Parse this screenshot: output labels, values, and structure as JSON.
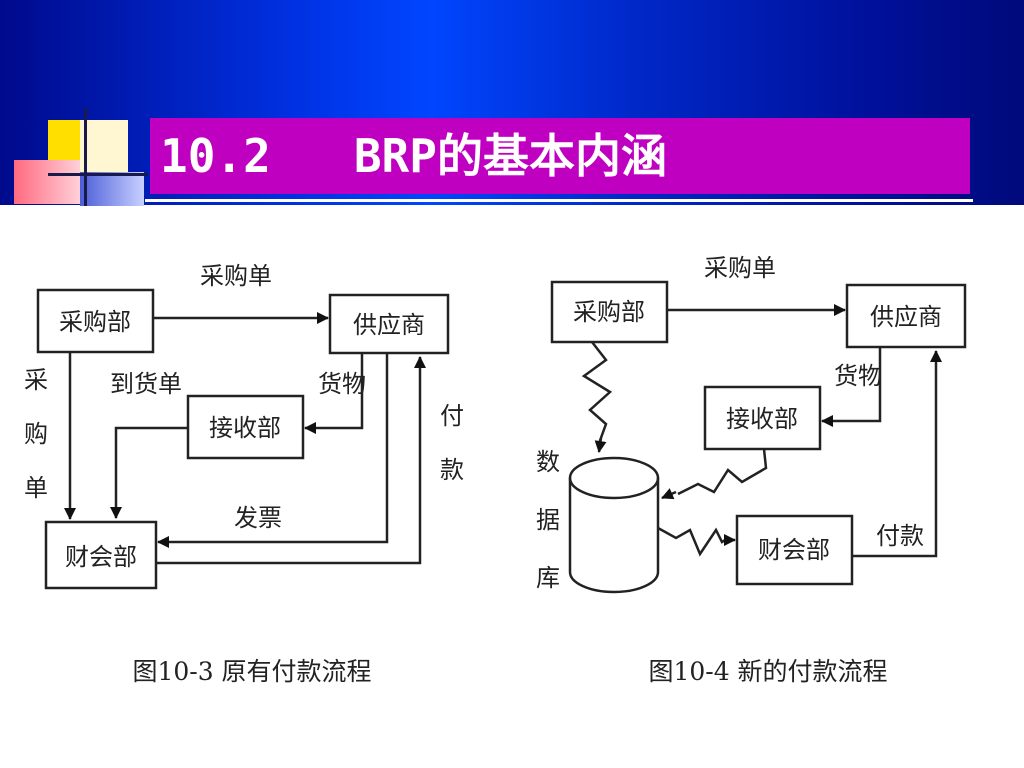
{
  "slide": {
    "title": "10.2   BRP的基本内涵"
  },
  "left_diagram": {
    "caption": "图10-3  原有付款流程",
    "nodes": {
      "purchasing": "采购部",
      "supplier": "供应商",
      "receiving": "接收部",
      "finance": "财会部"
    },
    "labels": {
      "purchase_order_top": "采购单",
      "purchase_order_vertical": [
        "采",
        "购",
        "单"
      ],
      "delivery_note": "到货单",
      "goods": "货物",
      "payment_vertical": [
        "付",
        "款"
      ],
      "invoice": "发票"
    }
  },
  "right_diagram": {
    "caption": "图10-4  新的付款流程",
    "nodes": {
      "purchasing": "采购部",
      "supplier": "供应商",
      "receiving": "接收部",
      "finance": "财会部",
      "database_vertical": [
        "数",
        "据",
        "库"
      ]
    },
    "labels": {
      "purchase_order": "采购单",
      "goods": "货物",
      "payment": "付款"
    }
  },
  "colors": {
    "title_bar": "#c000c0",
    "title_text": "#ffffff",
    "header_blue": "#0046ff",
    "accent_yellow": "#ffdf00"
  }
}
